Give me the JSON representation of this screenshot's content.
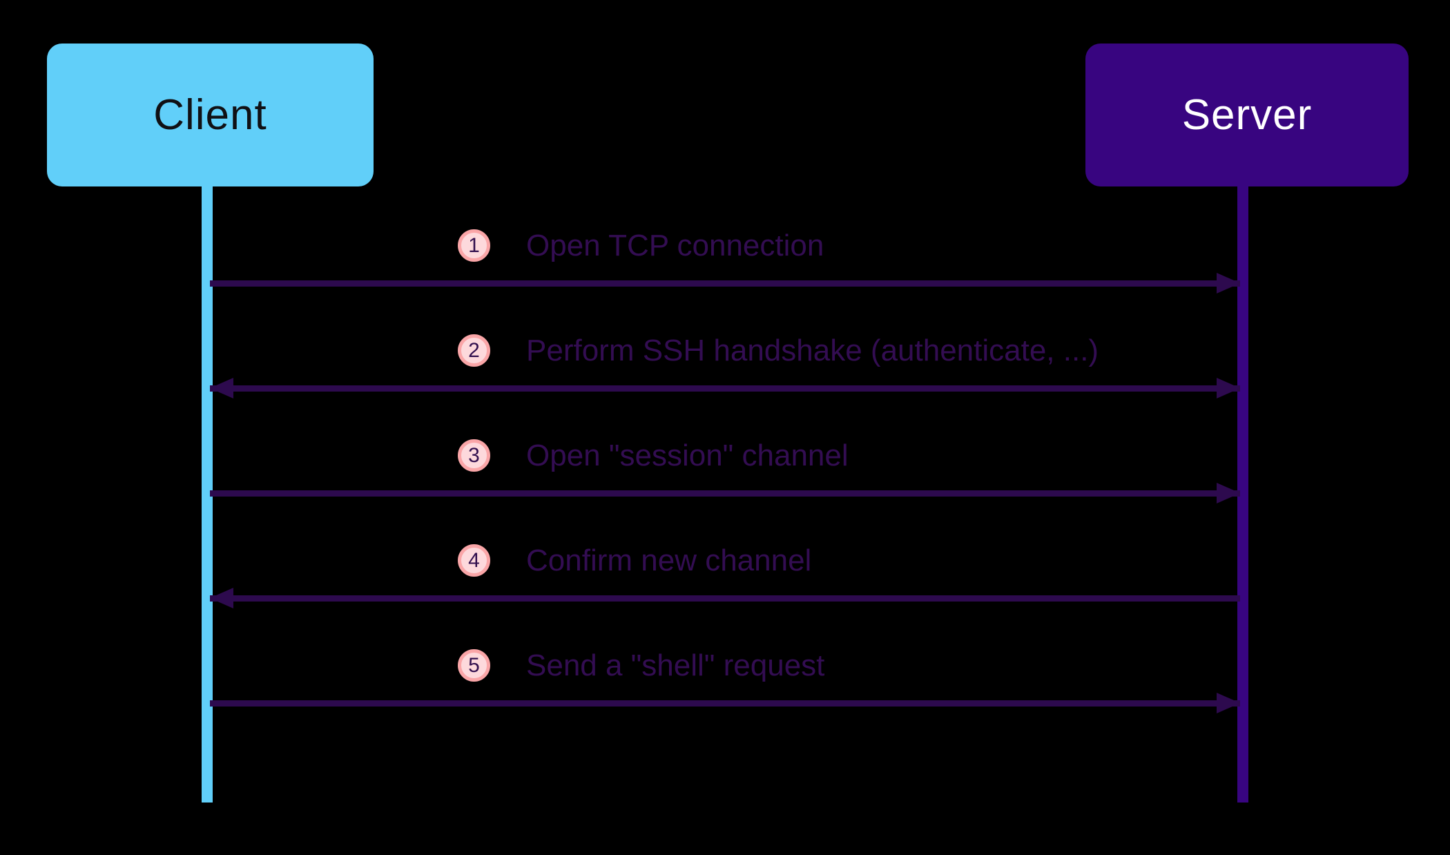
{
  "diagram": {
    "type": "sequence",
    "actors": [
      {
        "id": "client",
        "label": "Client"
      },
      {
        "id": "server",
        "label": "Server"
      }
    ],
    "messages": [
      {
        "step": "1",
        "label": "Open TCP connection",
        "from": "client",
        "to": "server",
        "direction": "right"
      },
      {
        "step": "2",
        "label": "Perform SSH handshake (authenticate, ...)",
        "from": "client",
        "to": "server",
        "direction": "both"
      },
      {
        "step": "3",
        "label": "Open \"session\" channel",
        "from": "client",
        "to": "server",
        "direction": "right"
      },
      {
        "step": "4",
        "label": "Confirm new channel",
        "from": "server",
        "to": "client",
        "direction": "left"
      },
      {
        "step": "5",
        "label": "Send a \"shell\" request",
        "from": "client",
        "to": "server",
        "direction": "right"
      }
    ],
    "colors": {
      "background": "#000000",
      "client_fill": "#61CFF9",
      "client_text": "#101014",
      "server_fill": "#380580",
      "server_text": "#FFFFFF",
      "arrow": "#2D0A4E",
      "message_text": "#330D52",
      "step_circle_fill": "#FDD9DC",
      "step_circle_border": "#FAA6A8",
      "step_number": "#32104E"
    }
  }
}
